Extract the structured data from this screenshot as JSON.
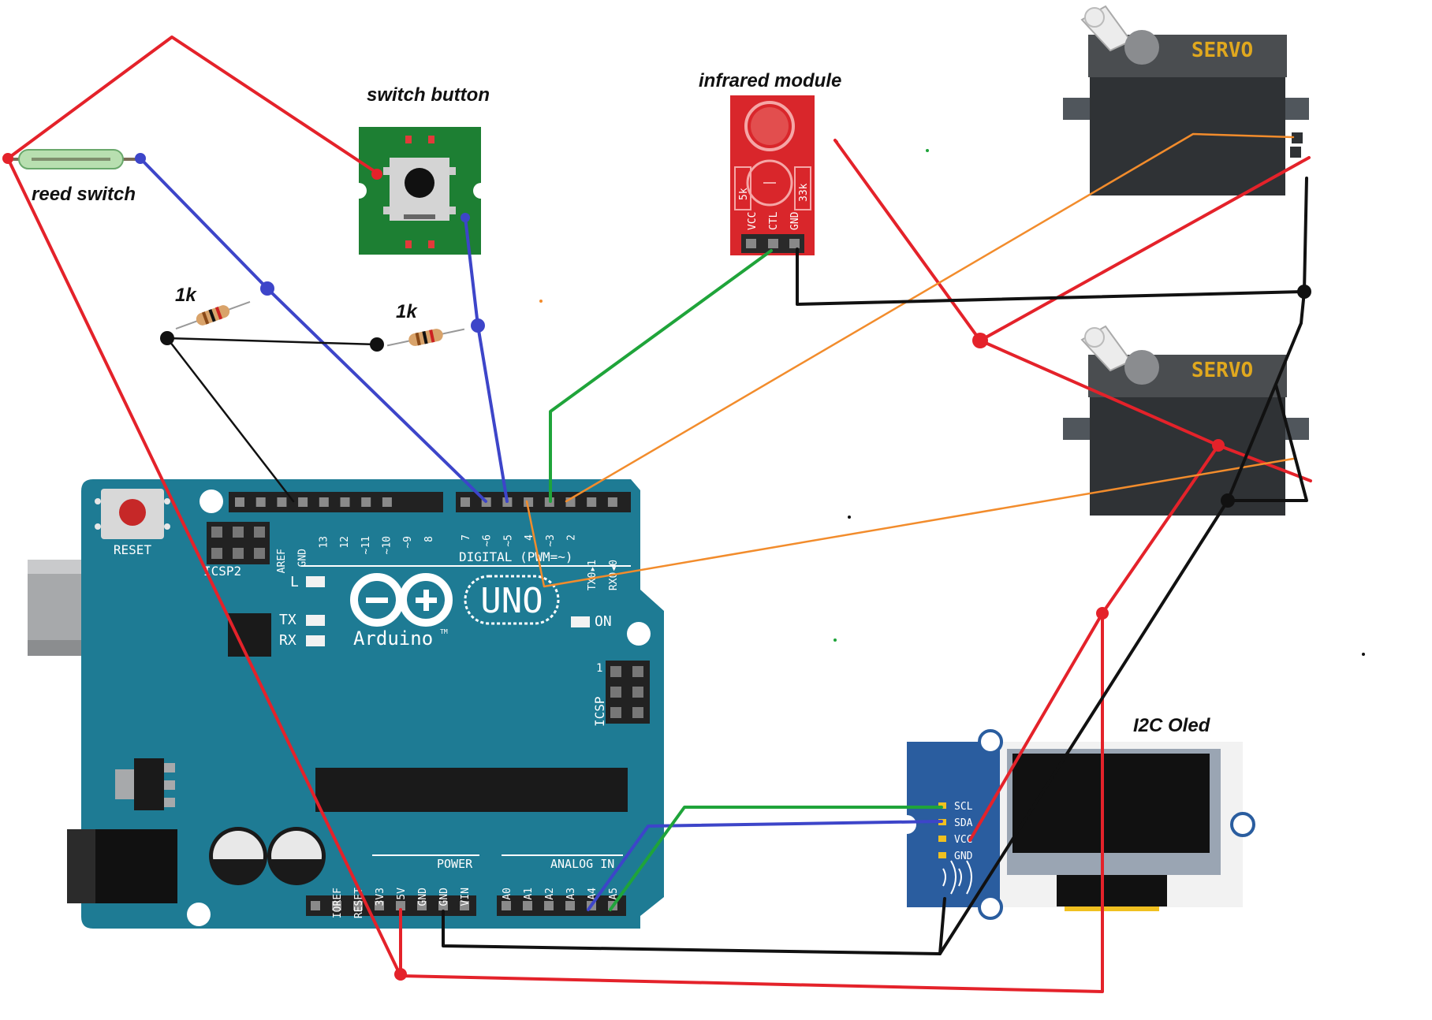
{
  "labels": {
    "reed_switch": "reed switch",
    "switch_button": "switch button",
    "infrared_module": "infrared module",
    "i2c_oled": "I2C Oled",
    "resistor_1": "1k",
    "resistor_2": "1k"
  },
  "arduino": {
    "reset": "RESET",
    "icsp2": "ICSP2",
    "icsp": "ICSP",
    "icsp_one": "1",
    "brand_uno": "UNO",
    "brand_name": "Arduino",
    "brand_tm": "TM",
    "led_l": "L",
    "led_tx": "TX",
    "led_rx": "RX",
    "led_on": "ON",
    "digital_label": "DIGITAL (PWM=~)",
    "power_label": "POWER",
    "analog_label": "ANALOG IN",
    "digital_pins_left": [
      "AREF",
      "GND",
      "13",
      "12",
      "~11",
      "~10",
      "~9",
      "8"
    ],
    "digital_pins_right": [
      "7",
      "~6",
      "~5",
      "4",
      "~3",
      "2",
      "TX0▸1",
      "RX0◂0"
    ],
    "power_pins": [
      "IOREF",
      "RESET",
      "3V3",
      "5V",
      "GND",
      "GND",
      "VIN"
    ],
    "analog_pins": [
      "A0",
      "A1",
      "A2",
      "A3",
      "A4",
      "A5"
    ]
  },
  "servo": {
    "brand": "SERVO"
  },
  "ir_module": {
    "pins": [
      "VCC",
      "CTL",
      "GND"
    ],
    "res_left": "5k",
    "res_right": "33k"
  },
  "oled": {
    "pins": [
      "SCL",
      "SDA",
      "VCC",
      "GND"
    ]
  },
  "colors": {
    "board": "#1e7b94",
    "wire_red": "#e4222a",
    "wire_blue": "#3d45c9",
    "wire_green": "#1fa43a",
    "wire_orange": "#f28c2c",
    "wire_black": "#111111",
    "servo_body": "#2f3235",
    "pcb_green": "#1d7f33",
    "ir_red": "#d9262b"
  }
}
